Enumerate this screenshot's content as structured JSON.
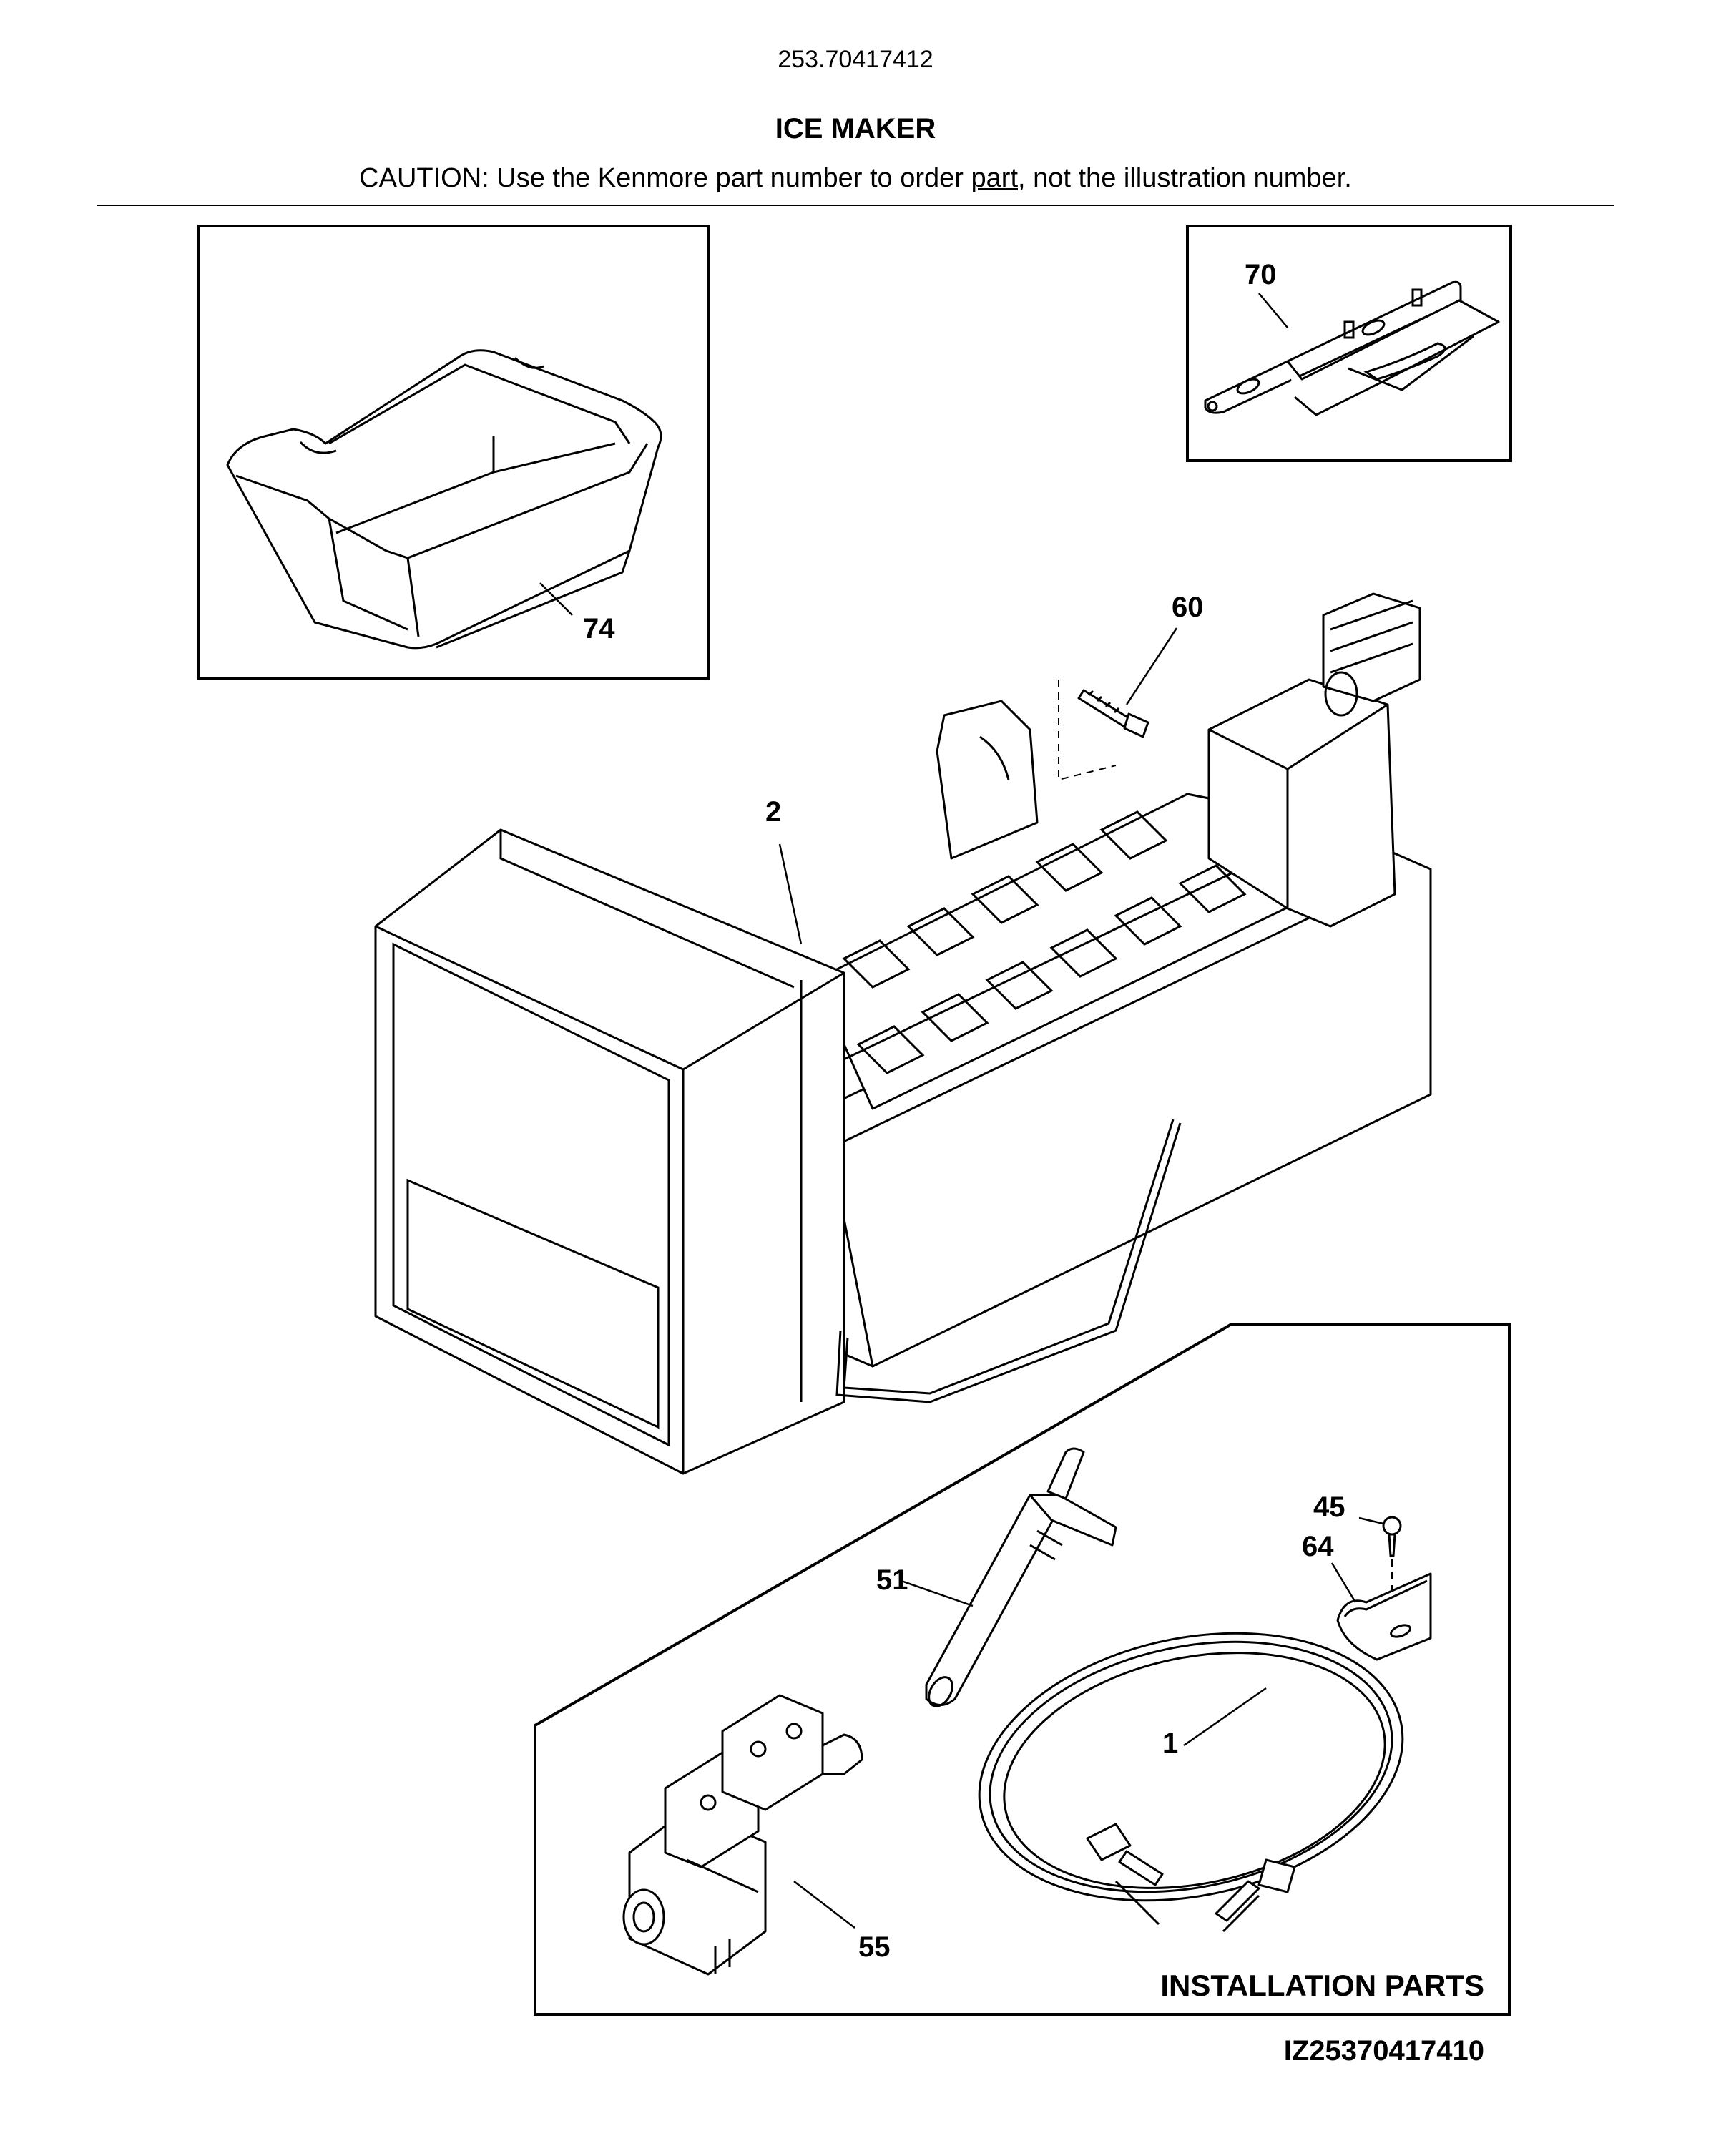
{
  "header": {
    "model_number": "253.70417412",
    "title": "ICE MAKER",
    "caution_prefix": "CAUTION: Use the Kenmore part number to order ",
    "caution_link": "part",
    "caution_suffix": ", not the illustration number."
  },
  "callouts": {
    "ice_bucket": "74",
    "mounting_bracket": "70",
    "screw": "60",
    "ice_maker_assembly": "2",
    "screw_small": "45",
    "clamp": "64",
    "fill_tube": "51",
    "water_line": "1",
    "water_valve": "55"
  },
  "installation_label": "INSTALLATION PARTS",
  "figure_id": "IZ25370417410"
}
